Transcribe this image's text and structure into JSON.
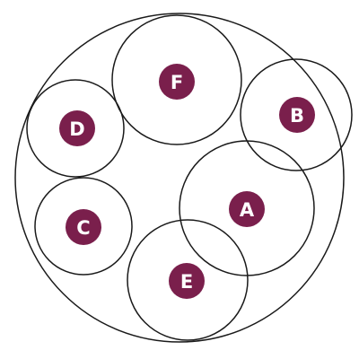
{
  "colors": {
    "stroke": "#1a1a1a",
    "badge": "#7a1f4c",
    "letter": "#ffffff",
    "background": "#ffffff"
  },
  "outer": {
    "name": "outer-circle"
  },
  "circles": [
    {
      "id": "F",
      "label": "F"
    },
    {
      "id": "B",
      "label": "B"
    },
    {
      "id": "D",
      "label": "D"
    },
    {
      "id": "A",
      "label": "A"
    },
    {
      "id": "C",
      "label": "C"
    },
    {
      "id": "E",
      "label": "E"
    }
  ]
}
